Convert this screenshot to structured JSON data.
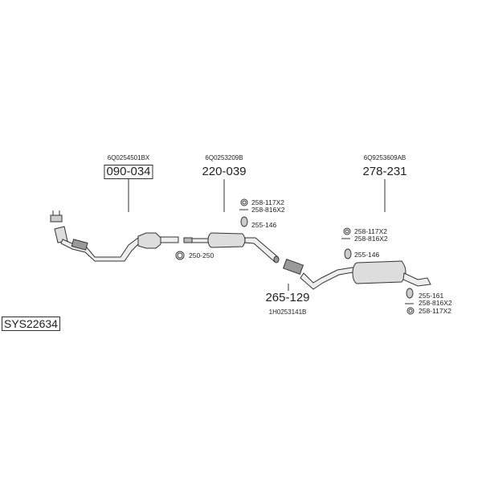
{
  "system_code": "SYS22634",
  "parts": [
    {
      "oe": "6Q0254501BX",
      "number": "090-034"
    },
    {
      "oe": "6Q0253209B",
      "number": "220-039"
    },
    {
      "oe": "6Q9253609AB",
      "number": "278-231"
    },
    {
      "oe": "1H0253141B",
      "number": "265-129"
    }
  ],
  "accessories": {
    "middle": [
      "258-117X2",
      "258-816X2",
      "255-146"
    ],
    "clamp": "250-250",
    "rear_front": [
      "258-117X2",
      "258-816X2",
      "255-146"
    ],
    "rear_end": [
      "255-161",
      "258-816X2",
      "258-117X2"
    ]
  }
}
